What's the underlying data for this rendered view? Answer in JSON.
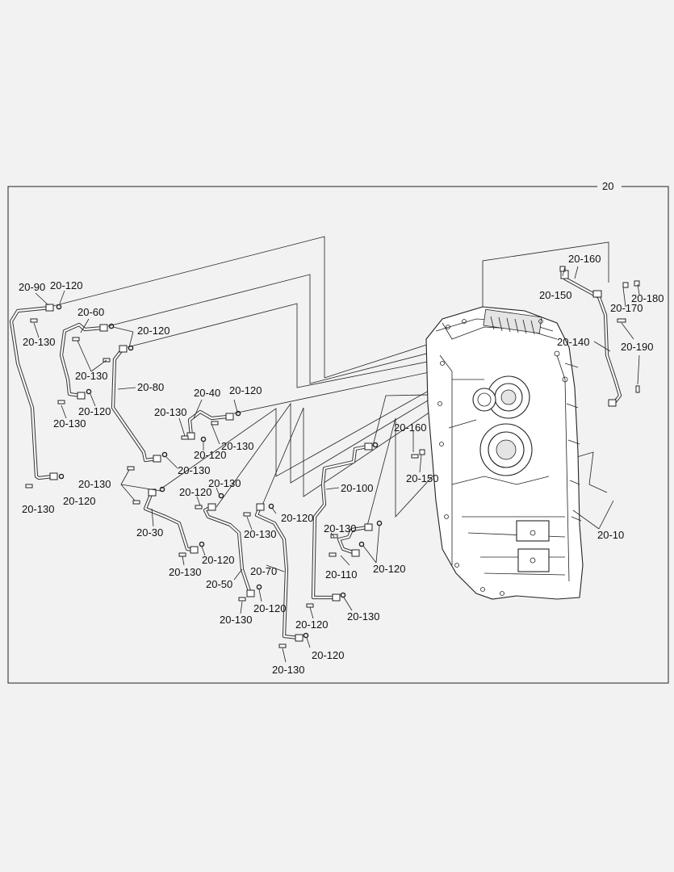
{
  "assembly_number": "20",
  "callouts": {
    "c20_10": "20-10",
    "c20_30": "20-30",
    "c20_40": "20-40",
    "c20_50": "20-50",
    "c20_60": "20-60",
    "c20_70": "20-70",
    "c20_80": "20-80",
    "c20_90": "20-90",
    "c20_100": "20-100",
    "c20_110": "20-110",
    "c20_120": "20-120",
    "c20_130": "20-130",
    "c20_140": "20-140",
    "c20_150": "20-150",
    "c20_160": "20-160",
    "c20_170": "20-170",
    "c20_180": "20-180",
    "c20_190": "20-190"
  }
}
